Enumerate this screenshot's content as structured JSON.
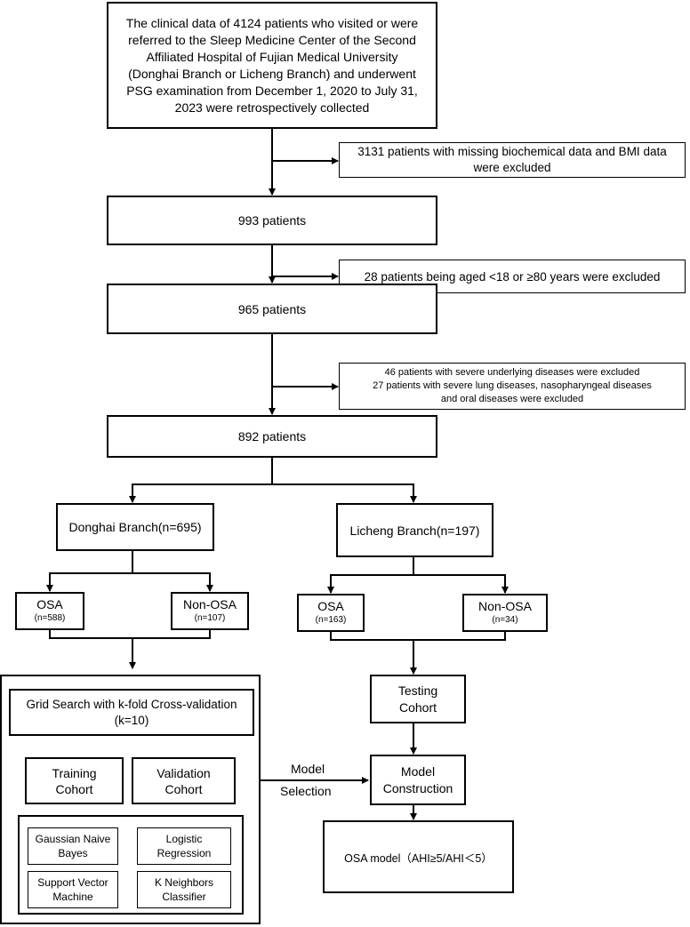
{
  "top": {
    "line1": "The clinical data of 4124 patients who visited or were",
    "line2": "referred to the Sleep Medicine Center of the Second",
    "line3": "Affiliated Hospital of Fujian Medical University",
    "line4": "(Donghai Branch or Licheng Branch) and underwent",
    "line5": "PSG examination from December 1, 2020 to July 31,",
    "line6": "2023 were retrospectively collected"
  },
  "excl1": {
    "line1": "3131 patients with missing biochemical data and BMI data",
    "line2": "were excluded"
  },
  "n993": "993 patients",
  "excl2": "28 patients  being aged <18 or ≥80 years were excluded",
  "n965": "965 patients",
  "excl3": {
    "line1": "46 patients with severe underlying diseases were excluded",
    "line2": "27 patients with severe lung diseases, nasopharyngeal diseases",
    "line3": "and oral diseases were excluded"
  },
  "n892": "892 patients",
  "donghai": "Donghai Branch(n=695)",
  "licheng": "Licheng Branch(n=197)",
  "d_osa": {
    "label": "OSA",
    "n": "(n=588)"
  },
  "d_non": {
    "label": "Non-OSA",
    "n": "(n=107)"
  },
  "l_osa": {
    "label": "OSA",
    "n": "(n=163)"
  },
  "l_non": {
    "label": "Non-OSA",
    "n": "(n=34)"
  },
  "grid": {
    "line1": "Grid Search with k-fold Cross-validation",
    "line2": "(k=10)"
  },
  "training": {
    "line1": "Training",
    "line2": "Cohort"
  },
  "validation": {
    "line1": "Validation",
    "line2": "Cohort"
  },
  "gnb": {
    "line1": "Gaussian Naive",
    "line2": "Bayes"
  },
  "lr": {
    "line1": "Logistic",
    "line2": "Regression"
  },
  "svm": {
    "line1": "Support Vector",
    "line2": "Machine"
  },
  "knn": {
    "line1": "K Neighbors",
    "line2": "Classifier"
  },
  "testing": {
    "line1": "Testing",
    "line2": "Cohort"
  },
  "construction": {
    "line1": "Model",
    "line2": "Construction"
  },
  "model_label": "Model",
  "selection_label": "Selection",
  "osa_model": "OSA model（AHI≥5/AHI＜5）"
}
